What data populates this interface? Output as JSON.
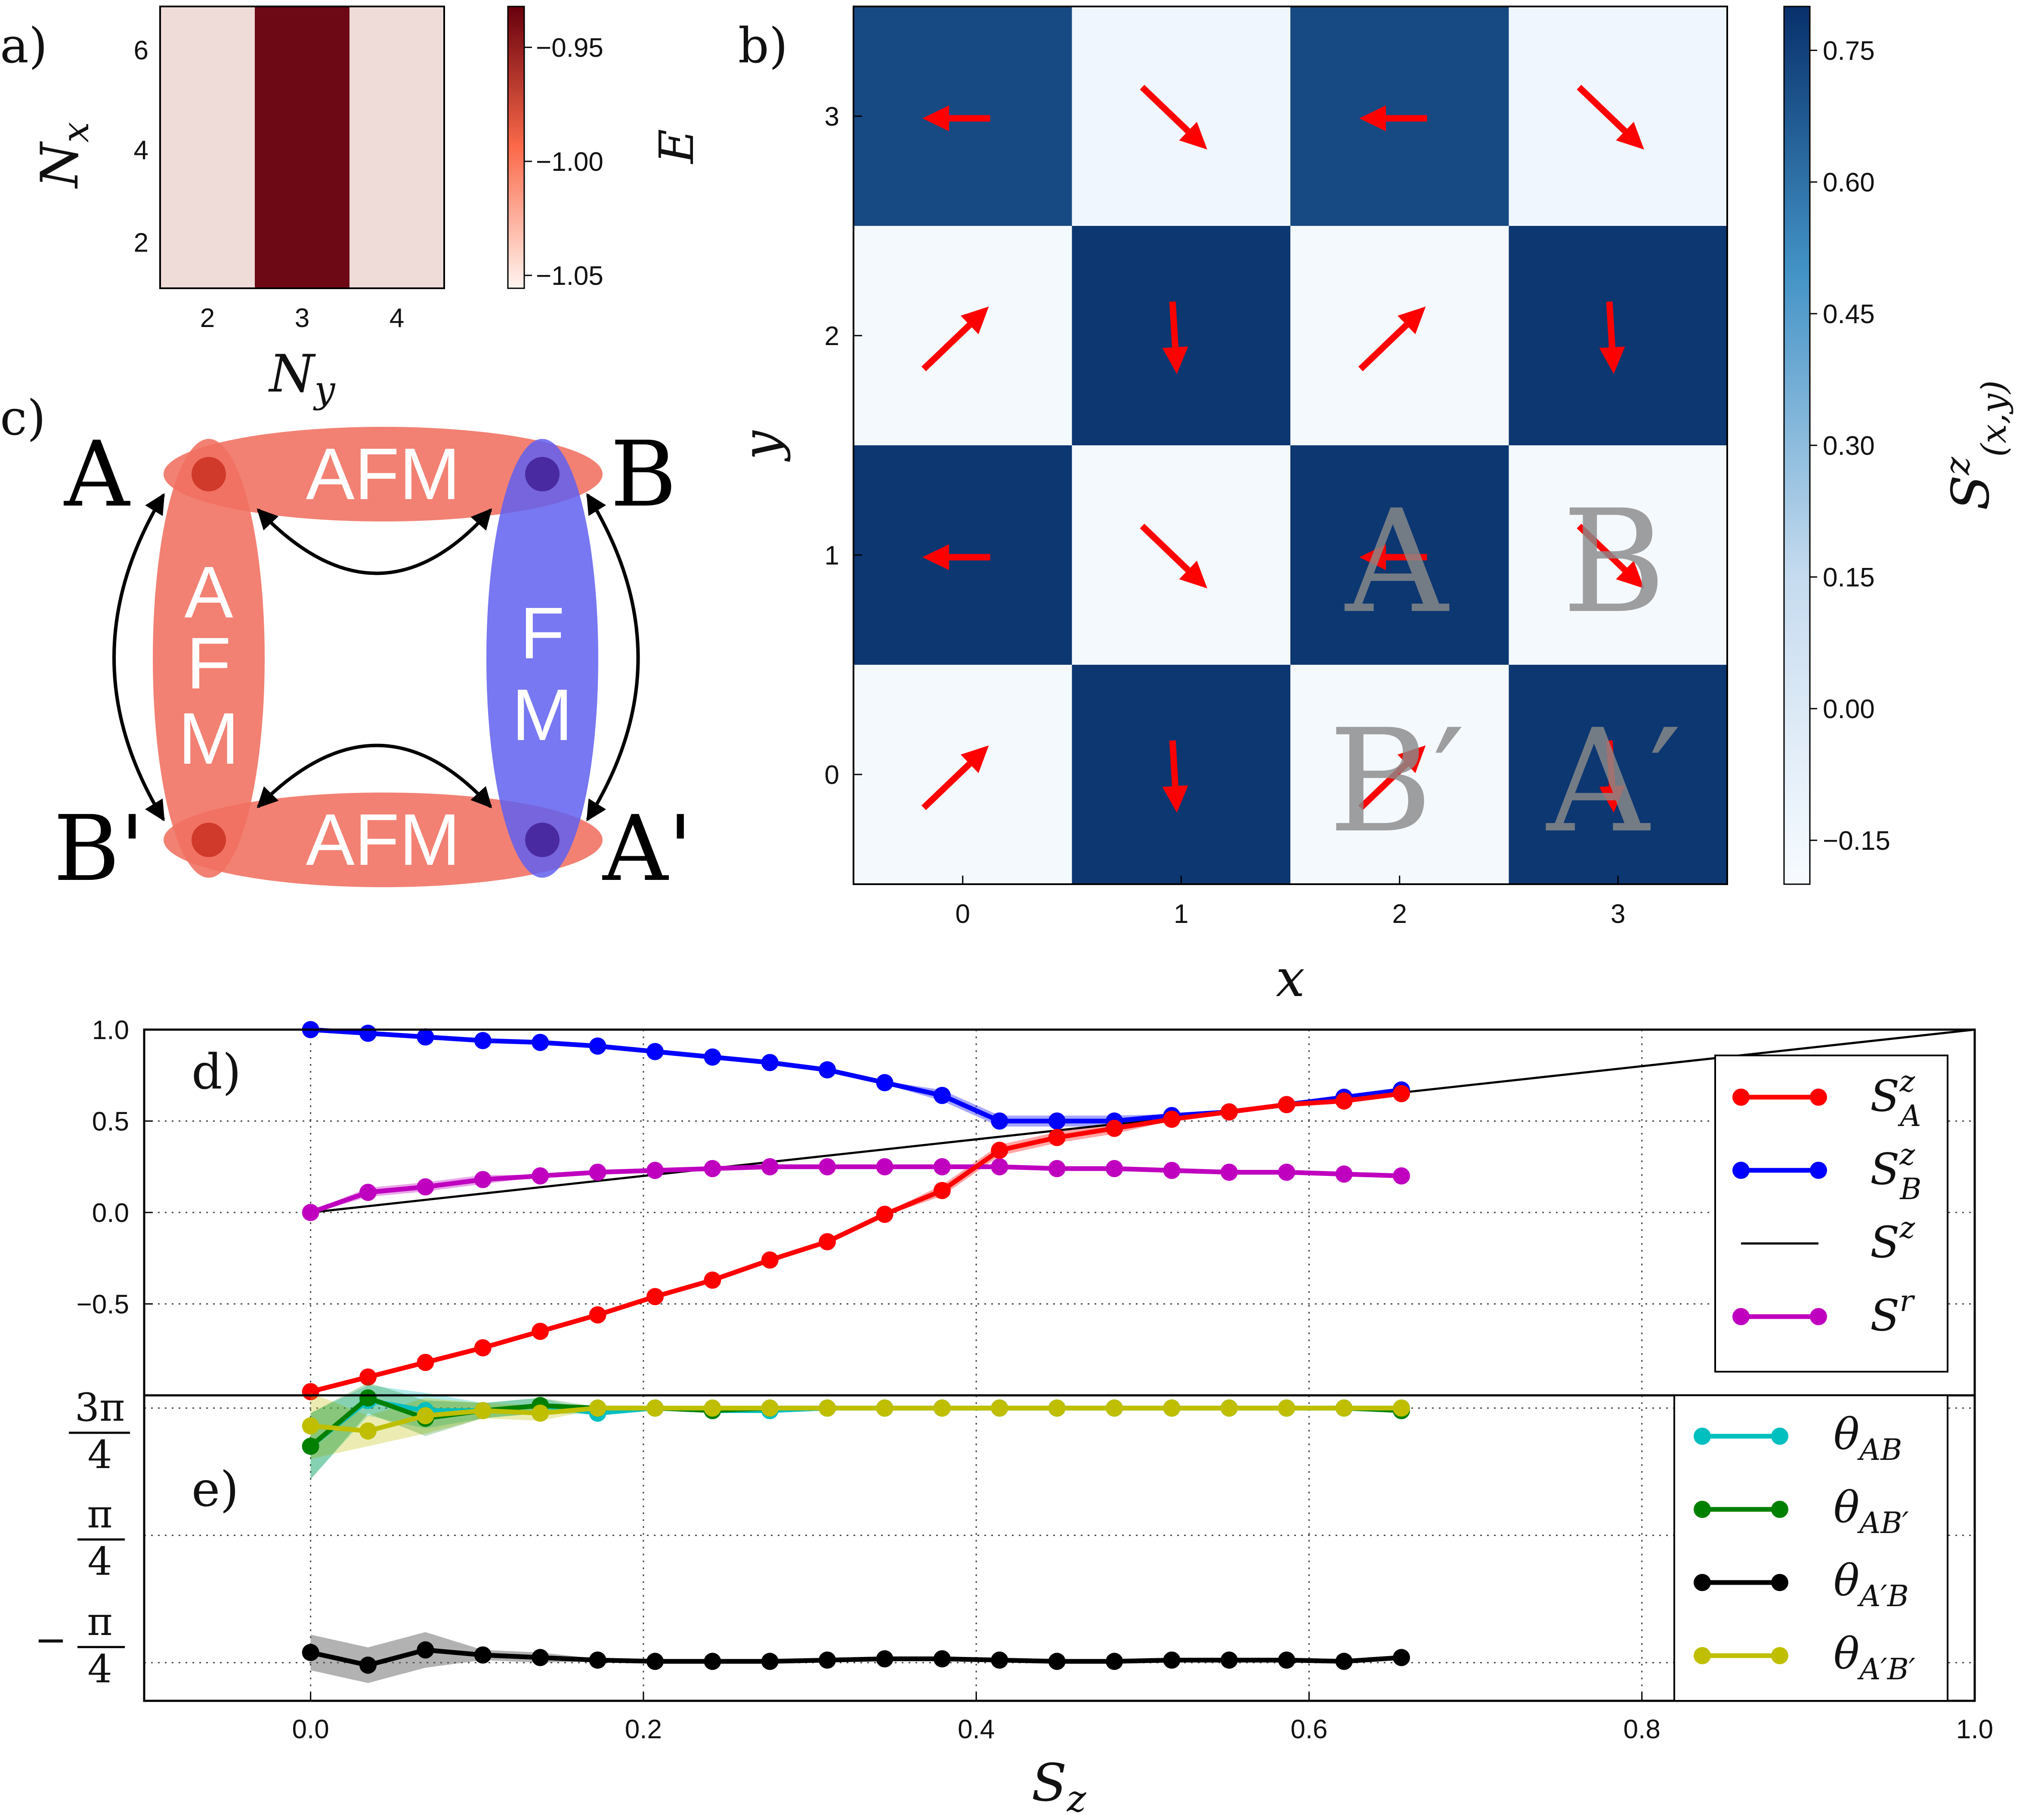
{
  "panel_labels": {
    "a": "a)",
    "b": "b)",
    "c": "c)",
    "d": "d)",
    "e": "e)"
  },
  "chart_data": [
    {
      "panel": "a",
      "type": "heatmap",
      "xlabel": "N_y",
      "ylabel": "N_x",
      "colorbar_label": "E",
      "x_ticks": [
        "2",
        "3",
        "4"
      ],
      "y_ticks": [
        "2",
        "4",
        "6"
      ],
      "colorbar_ticks": [
        "−0.95",
        "−1.00",
        "−1.05"
      ],
      "colorbar_range": [
        -1.06,
        -0.92
      ],
      "columns": [
        {
          "N_y": 2,
          "E": -1.045
        },
        {
          "N_y": 3,
          "E": -0.925
        },
        {
          "N_y": 4,
          "E": -1.045
        }
      ],
      "colors": {
        "low": "#fff5f0",
        "high": "#67000d"
      }
    },
    {
      "panel": "b",
      "type": "heatmap",
      "xlabel": "x",
      "ylabel": "y",
      "colorbar_label": "S^z_(x,y)",
      "x_ticks": [
        "0",
        "1",
        "2",
        "3"
      ],
      "y_ticks": [
        "0",
        "1",
        "2",
        "3"
      ],
      "colorbar_ticks": [
        "0.75",
        "0.60",
        "0.45",
        "0.30",
        "0.15",
        "0.00",
        "−0.15"
      ],
      "colorbar_range": [
        -0.2,
        0.8
      ],
      "cells_by_row_y": [
        {
          "y": 3,
          "values": [
            0.72,
            -0.15,
            0.72,
            -0.15
          ]
        },
        {
          "y": 2,
          "values": [
            -0.18,
            0.78,
            -0.18,
            0.78
          ]
        },
        {
          "y": 1,
          "values": [
            0.78,
            -0.18,
            0.78,
            -0.18
          ]
        },
        {
          "y": 0,
          "values": [
            -0.18,
            0.78,
            -0.18,
            0.78
          ]
        }
      ],
      "arrows_by_row_y": [
        {
          "y": 3,
          "dirs": [
            "left",
            "down-right",
            "left",
            "down-right"
          ]
        },
        {
          "y": 2,
          "dirs": [
            "up-right",
            "down",
            "up-right",
            "down"
          ]
        },
        {
          "y": 1,
          "dirs": [
            "left",
            "down-right",
            "left",
            "down-right"
          ]
        },
        {
          "y": 0,
          "dirs": [
            "up-right",
            "down",
            "up-right",
            "down"
          ]
        }
      ],
      "site_labels": [
        "A",
        "B",
        "B′",
        "A′"
      ],
      "colors": {
        "low": "#f7fbff",
        "high": "#08306b",
        "arrow": "#ff0000",
        "site_label": "#808080"
      }
    },
    {
      "panel": "d",
      "type": "line",
      "xlabel": "S_z",
      "xlim": [
        -0.1,
        1.0
      ],
      "ylim": [
        -1.0,
        1.0
      ],
      "x_ticks": [
        "0.0",
        "0.2",
        "0.4",
        "0.6",
        "0.8",
        "1.0"
      ],
      "y_ticks": [
        "1.0",
        "0.5",
        "0.0",
        "−0.5"
      ],
      "grid": true,
      "legend_position": "right",
      "x": [
        0.0,
        0.0345,
        0.069,
        0.1035,
        0.138,
        0.1725,
        0.207,
        0.2415,
        0.276,
        0.3105,
        0.345,
        0.3795,
        0.414,
        0.4485,
        0.483,
        0.5175,
        0.552,
        0.5865,
        0.621,
        0.6555
      ],
      "series": [
        {
          "name": "S^z_A",
          "color": "#ff0000",
          "markers": true,
          "values": [
            -0.98,
            -0.9,
            -0.82,
            -0.74,
            -0.65,
            -0.56,
            -0.46,
            -0.37,
            -0.26,
            -0.16,
            -0.01,
            0.12,
            0.34,
            0.41,
            0.46,
            0.51,
            0.55,
            0.59,
            0.61,
            0.65
          ]
        },
        {
          "name": "S^z_B",
          "color": "#0000ff",
          "markers": true,
          "values": [
            1.0,
            0.98,
            0.96,
            0.94,
            0.93,
            0.91,
            0.88,
            0.85,
            0.82,
            0.78,
            0.71,
            0.64,
            0.5,
            0.5,
            0.5,
            0.53,
            0.55,
            0.59,
            0.63,
            0.67
          ]
        },
        {
          "name": "S^z",
          "color": "#000000",
          "markers": false,
          "line_x": [
            0.0,
            1.0
          ],
          "line_values": [
            0.0,
            1.0
          ]
        },
        {
          "name": "S^r",
          "color": "#bf00bf",
          "markers": true,
          "values": [
            0.0,
            0.11,
            0.14,
            0.18,
            0.2,
            0.22,
            0.23,
            0.24,
            0.25,
            0.25,
            0.25,
            0.25,
            0.25,
            0.24,
            0.24,
            0.23,
            0.22,
            0.22,
            0.21,
            0.2
          ]
        }
      ]
    },
    {
      "panel": "e",
      "type": "line",
      "xlabel": "S_z",
      "xlim": [
        -0.1,
        1.0
      ],
      "ylim_over_pi": [
        -0.4,
        0.8
      ],
      "y_ticks": [
        "3π/4",
        "π/4",
        "−π/4"
      ],
      "x_ticks": [
        "0.0",
        "0.2",
        "0.4",
        "0.6",
        "0.8",
        "1.0"
      ],
      "grid": true,
      "legend_position": "right",
      "x": [
        0.0,
        0.0345,
        0.069,
        0.1035,
        0.138,
        0.1725,
        0.207,
        0.2415,
        0.276,
        0.3105,
        0.345,
        0.3795,
        0.414,
        0.4485,
        0.483,
        0.5175,
        0.552,
        0.5865,
        0.621,
        0.6555
      ],
      "series": [
        {
          "name": "θ_AB",
          "color": "#00bfbf",
          "values_over_pi": [
            0.6,
            0.78,
            0.74,
            0.74,
            0.76,
            0.73,
            0.75,
            0.74,
            0.74,
            0.75,
            0.75,
            0.75,
            0.75,
            0.75,
            0.75,
            0.75,
            0.75,
            0.75,
            0.75,
            0.75
          ]
        },
        {
          "name": "θ_AB′",
          "color": "#008000",
          "values_over_pi": [
            0.6,
            0.79,
            0.71,
            0.74,
            0.76,
            0.75,
            0.75,
            0.74,
            0.75,
            0.75,
            0.75,
            0.75,
            0.75,
            0.75,
            0.75,
            0.75,
            0.75,
            0.75,
            0.75,
            0.74
          ]
        },
        {
          "name": "θ_A′B",
          "color": "#000000",
          "values_over_pi": [
            -0.21,
            -0.26,
            -0.2,
            -0.22,
            -0.23,
            -0.24,
            -0.245,
            -0.245,
            -0.245,
            -0.24,
            -0.235,
            -0.235,
            -0.24,
            -0.245,
            -0.245,
            -0.24,
            -0.24,
            -0.24,
            -0.245,
            -0.23
          ]
        },
        {
          "name": "θ_A′B′",
          "color": "#bfbf00",
          "values_over_pi": [
            0.68,
            0.66,
            0.72,
            0.74,
            0.73,
            0.75,
            0.75,
            0.75,
            0.75,
            0.75,
            0.75,
            0.75,
            0.75,
            0.75,
            0.75,
            0.75,
            0.75,
            0.75,
            0.75,
            0.75
          ]
        }
      ]
    }
  ],
  "diagram_c": {
    "sites": [
      "A",
      "B",
      "B'",
      "A'"
    ],
    "bond_labels": [
      "AFM",
      "AFM",
      "F",
      "M",
      "AFM"
    ],
    "afm_vertical_letters": [
      "A",
      "F",
      "M"
    ],
    "colors": {
      "afm": "#f07060",
      "fm": "#6060f0",
      "site_afm": "#d03a2a",
      "site_fm": "#4a2aa0"
    }
  }
}
